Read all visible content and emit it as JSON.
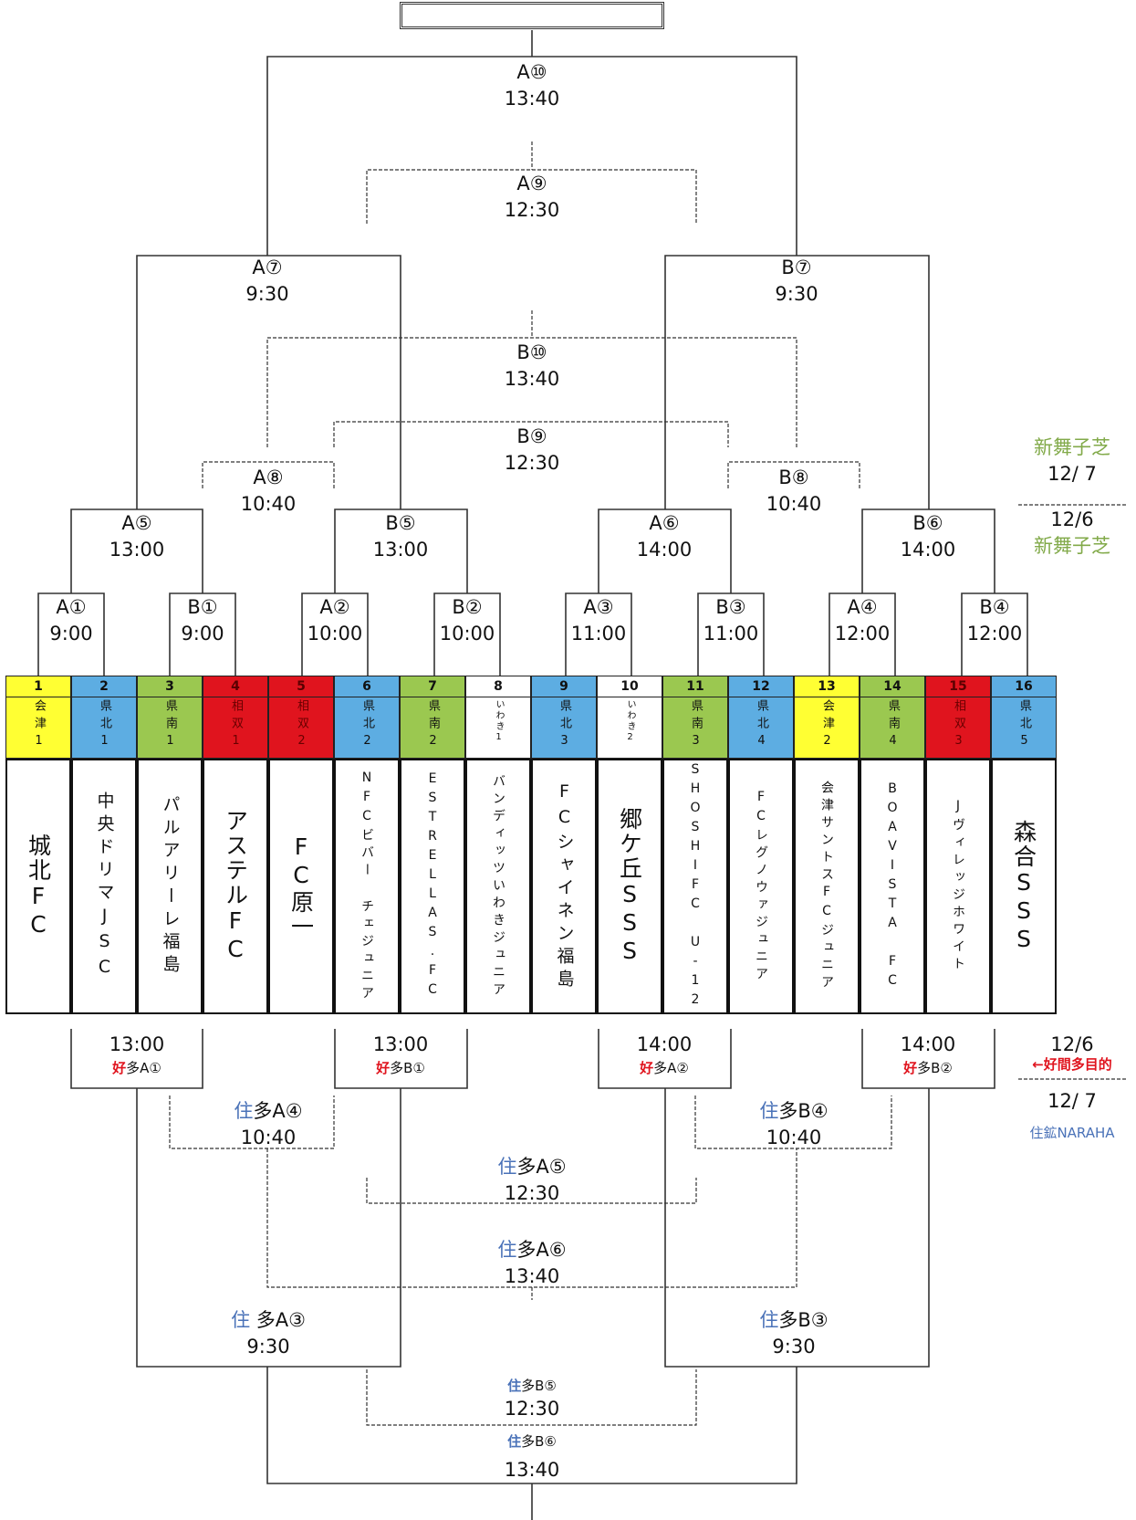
{
  "colors": {
    "aizu": "#ffff33",
    "kenpoku": "#5dade2",
    "kennan": "#9bc850",
    "soso": "#e0141e",
    "iwaki": "#ffffff",
    "venue_shinmaiko": "#82aa4a",
    "venue_koma": "#e0141e",
    "venue_sumi": "#4a72b8"
  },
  "final_box": "",
  "teams": [
    {
      "seed": "1",
      "region": "会津1",
      "region_color": "aizu",
      "name": "城北FC"
    },
    {
      "seed": "2",
      "region": "県北1",
      "region_color": "kenpoku",
      "name": "中央ドリマJSC"
    },
    {
      "seed": "3",
      "region": "県南1",
      "region_color": "kennan",
      "name": "パルアリーレ福島"
    },
    {
      "seed": "4",
      "region": "相双1",
      "region_color": "soso",
      "name": "アステルFC"
    },
    {
      "seed": "5",
      "region": "相双2",
      "region_color": "soso",
      "name": "FC原一"
    },
    {
      "seed": "6",
      "region": "県北2",
      "region_color": "kenpoku",
      "name": "NFCビバー チェジュニア"
    },
    {
      "seed": "7",
      "region": "県南2",
      "region_color": "kennan",
      "name": "ESTRELLAS.FC"
    },
    {
      "seed": "8",
      "region": "いわき1",
      "region_color": "iwaki",
      "name": "バンディッツいわきジュニア"
    },
    {
      "seed": "9",
      "region": "県北3",
      "region_color": "kenpoku",
      "name": "FCシャイネン福島"
    },
    {
      "seed": "10",
      "region": "いわき2",
      "region_color": "iwaki",
      "name": "郷ケ丘SSS"
    },
    {
      "seed": "11",
      "region": "県南3",
      "region_color": "kennan",
      "name": "SHOSHIFC U-12"
    },
    {
      "seed": "12",
      "region": "県北4",
      "region_color": "kenpoku",
      "name": "FCレグノウァジュニア"
    },
    {
      "seed": "13",
      "region": "会津2",
      "region_color": "aizu",
      "name": "会津サントスFCジュニア"
    },
    {
      "seed": "14",
      "region": "県南4",
      "region_color": "kennan",
      "name": "BOAVISTA FC"
    },
    {
      "seed": "15",
      "region": "相双3",
      "region_color": "soso",
      "name": "Jヴィレッジホワイト"
    },
    {
      "seed": "16",
      "region": "県北5",
      "region_color": "kenpoku",
      "name": "森合SSS"
    }
  ],
  "upper_matches": {
    "A1": {
      "label": "A①",
      "time": "9:00"
    },
    "B1": {
      "label": "B①",
      "time": "9:00"
    },
    "A2": {
      "label": "A②",
      "time": "10:00"
    },
    "B2": {
      "label": "B②",
      "time": "10:00"
    },
    "A3": {
      "label": "A③",
      "time": "11:00"
    },
    "B3": {
      "label": "B③",
      "time": "11:00"
    },
    "A4": {
      "label": "A④",
      "time": "12:00"
    },
    "B4": {
      "label": "B④",
      "time": "12:00"
    },
    "A5": {
      "label": "A⑤",
      "time": "13:00"
    },
    "B5": {
      "label": "B⑤",
      "time": "13:00"
    },
    "A6": {
      "label": "A⑥",
      "time": "14:00"
    },
    "B6": {
      "label": "B⑥",
      "time": "14:00"
    },
    "A7": {
      "label": "A⑦",
      "time": "9:30"
    },
    "B7": {
      "label": "B⑦",
      "time": "9:30"
    },
    "A8": {
      "label": "A⑧",
      "time": "10:40"
    },
    "B8": {
      "label": "B⑧",
      "time": "10:40"
    },
    "A9": {
      "label": "A⑨",
      "time": "12:30"
    },
    "B9": {
      "label": "B⑨",
      "time": "12:30"
    },
    "A10": {
      "label": "A⑩",
      "time": "13:40"
    },
    "B10": {
      "label": "B⑩",
      "time": "13:40"
    }
  },
  "lower_matches": {
    "KA1": {
      "venue": "好",
      "rest": "多A①",
      "time": "13:00"
    },
    "KB1": {
      "venue": "好",
      "rest": "多B①",
      "time": "13:00"
    },
    "KA2": {
      "venue": "好",
      "rest": "多A②",
      "time": "14:00"
    },
    "KB2": {
      "venue": "好",
      "rest": "多B②",
      "time": "14:00"
    },
    "SA4": {
      "venue": "住",
      "rest": "多A④",
      "time": "10:40"
    },
    "SB4": {
      "venue": "住",
      "rest": "多B④",
      "time": "10:40"
    },
    "SA5": {
      "venue": "住",
      "rest": "多A⑤",
      "time": "12:30"
    },
    "SA6": {
      "venue": "住",
      "rest": "多A⑥",
      "time": "13:40"
    },
    "SA3": {
      "venue": "住",
      "rest": " 多A③",
      "time": "9:30"
    },
    "SB3": {
      "venue": "住",
      "rest": "多B③",
      "time": "9:30"
    },
    "SB5": {
      "venue": "住",
      "rest": "多B⑤",
      "time": "12:30"
    },
    "SB6": {
      "venue": "住",
      "rest": "多B⑥",
      "time": "13:40"
    }
  },
  "side_notes": {
    "upper_venue_day2": "新舞子芝",
    "upper_date_day2": "12/ 7",
    "upper_date_day1": "12/6",
    "upper_venue_day1": "新舞子芝",
    "lower_date_day1": "12/6",
    "lower_venue_day1": "←好間多目的",
    "lower_date_day2": "12/ 7",
    "lower_venue_day2": "住鉱NARAHA"
  }
}
